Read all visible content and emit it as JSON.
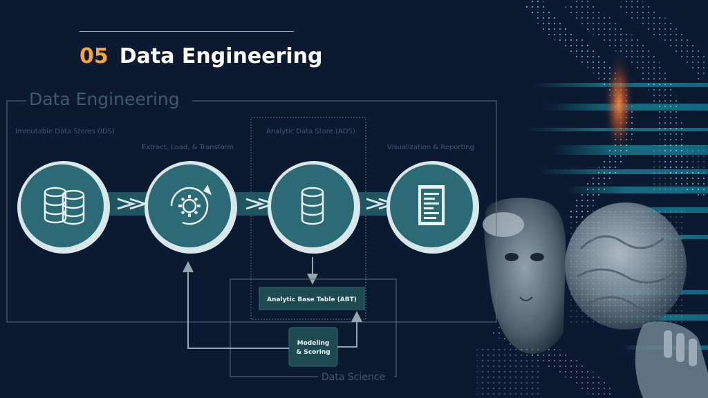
{
  "slide": {
    "number": "05",
    "title": "Data Engineering"
  },
  "diagram": {
    "heading": "Data Engineering",
    "labels": {
      "ids": "Immutable Data Stores (IDS)",
      "elt": "Extract, Load, & Transform",
      "ads": "Analytic Data Store (ADS)",
      "viz": "Visualization & Reporting",
      "abt": "Analytic Base Table (ABT)",
      "modeling_line1": "Modeling",
      "modeling_line2": "& Scoring",
      "data_science": "Data Science"
    },
    "icons": [
      "database-pair-icon",
      "gear-cycle-icon",
      "database-icon",
      "report-document-icon"
    ]
  },
  "colors": {
    "background": "#0b1a30",
    "accent": "#f5a53a",
    "circle_fill": "#2c6a76",
    "circle_halo": "#d8e8ea",
    "line": "#6e8f96",
    "faint_text": "#3f5a70"
  }
}
